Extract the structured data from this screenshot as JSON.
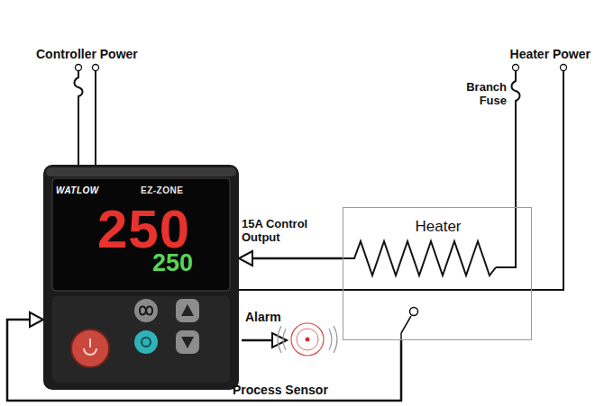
{
  "diagram": {
    "nodes": [
      {
        "text": [
          "WATLOW",
          "EZ-ZONE",
          "250",
          "250"
        ]
      },
      {
        "text": [
          "Heater"
        ]
      }
    ],
    "edges": [
      {
        "from": 1,
        "to": 0,
        "arrow": "to",
        "label": "15A Control Output"
      },
      {
        "from": 1,
        "to": 0,
        "arrow": "to",
        "label": "Process Sensor"
      }
    ],
    "labels": [
      "Controller Power",
      "Heater Power",
      "Branch Fuse",
      "Alarm"
    ]
  }
}
